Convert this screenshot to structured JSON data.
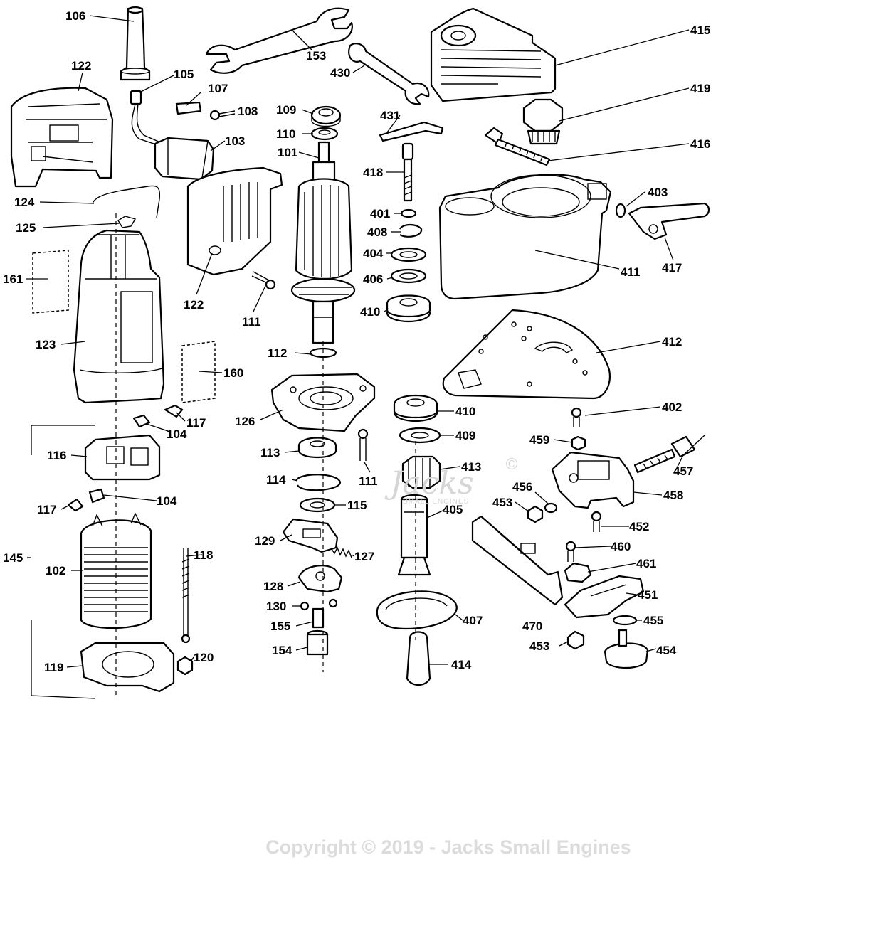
{
  "watermark": {
    "copyright": "Copyright © 2019 - Jacks Small Engines",
    "logo_text": "Jacks",
    "logo_registered": "©",
    "logo_subtitle": "SMALL ENGINES"
  },
  "labels": {
    "l106": "106",
    "l153": "153",
    "l415": "415",
    "l122a": "122",
    "l105": "105",
    "l430": "430",
    "l107": "107",
    "l109": "109",
    "l108": "108",
    "l419": "419",
    "l110": "110",
    "l431": "431",
    "l103": "103",
    "l416": "416",
    "l101": "101",
    "l418": "418",
    "l124": "124",
    "l403": "403",
    "l401": "401",
    "l125": "125",
    "l408": "408",
    "l404": "404",
    "l417": "417",
    "l161": "161",
    "l411": "411",
    "l406": "406",
    "l122b": "122",
    "l410a": "410",
    "l111a": "111",
    "l123": "123",
    "l412": "412",
    "l112": "112",
    "l160": "160",
    "l410b": "410",
    "l402": "402",
    "l126": "126",
    "l117a": "117",
    "l104a": "104",
    "l409": "409",
    "l459": "459",
    "l116": "116",
    "l113": "113",
    "l413": "413",
    "l457": "457",
    "l114": "114",
    "l111b": "111",
    "l456": "456",
    "l458": "458",
    "l104b": "104",
    "l453a": "453",
    "l117b": "117",
    "l115": "115",
    "l405": "405",
    "l452": "452",
    "l129": "129",
    "l127": "127",
    "l460": "460",
    "l145": "145",
    "l118": "118",
    "l102": "102",
    "l461": "461",
    "l128": "128",
    "l451": "451",
    "l130": "130",
    "l407": "407",
    "l155": "155",
    "l470": "470",
    "l455": "455",
    "l453b": "453",
    "l154": "154",
    "l454": "454",
    "l120": "120",
    "l414": "414",
    "l119": "119"
  }
}
